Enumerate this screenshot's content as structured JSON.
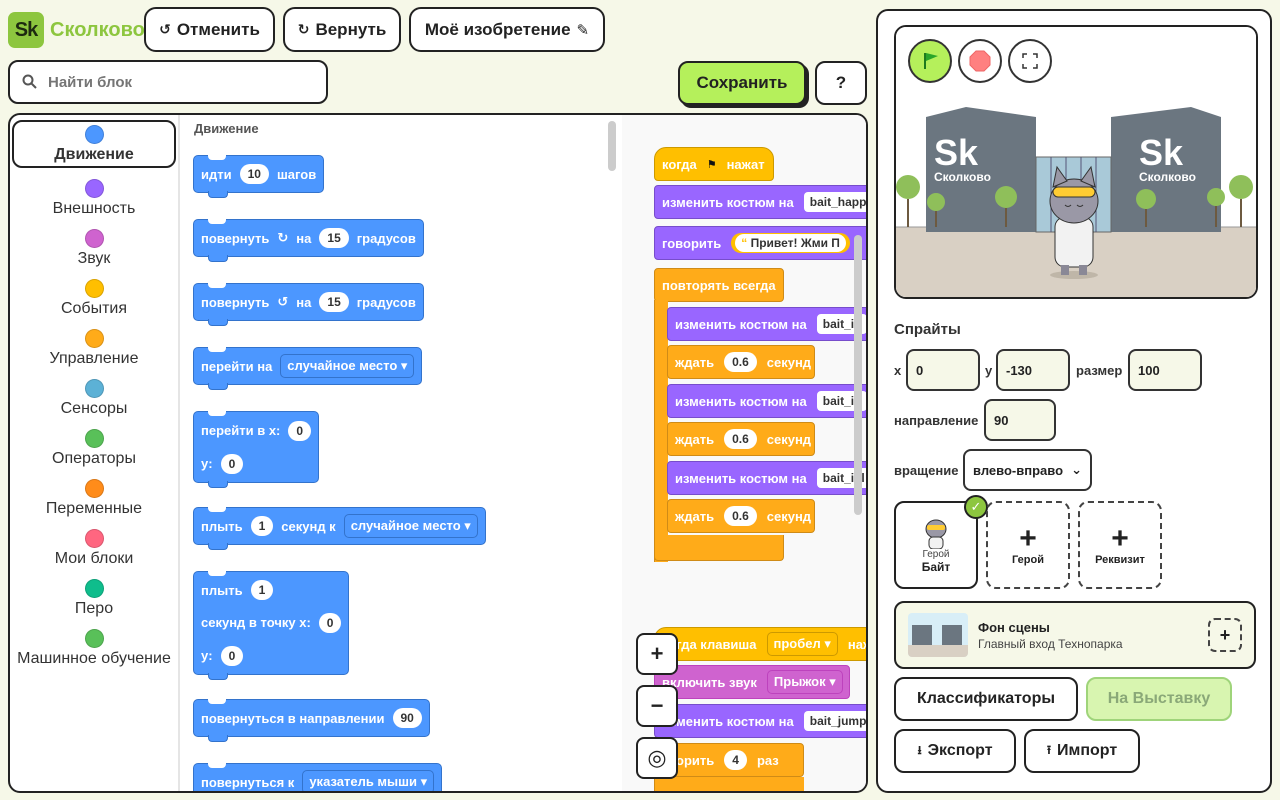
{
  "brand": {
    "mark": "Sk",
    "name": "Сколково"
  },
  "toolbar": {
    "undo": "Отменить",
    "redo": "Вернуть",
    "project": "Моё изобретение",
    "save": "Сохранить",
    "help": "?"
  },
  "search": {
    "placeholder": "Найти блок"
  },
  "categories": [
    {
      "label": "Движение",
      "color": "#4c97ff"
    },
    {
      "label": "Внешность",
      "color": "#9966ff"
    },
    {
      "label": "Звук",
      "color": "#cf63cf"
    },
    {
      "label": "События",
      "color": "#ffbf00"
    },
    {
      "label": "Управление",
      "color": "#ffab19"
    },
    {
      "label": "Сенсоры",
      "color": "#5cb1d6"
    },
    {
      "label": "Операторы",
      "color": "#59c059"
    },
    {
      "label": "Переменные",
      "color": "#ff8c1a"
    },
    {
      "label": "Мои блоки",
      "color": "#ff6680"
    },
    {
      "label": "Перо",
      "color": "#0fbd8c"
    },
    {
      "label": "Машинное обучение",
      "color": "#59c059"
    }
  ],
  "palette": {
    "title": "Движение",
    "move": {
      "a": "идти",
      "v": "10",
      "b": "шагов"
    },
    "turn_right": {
      "a": "повернуть",
      "b": "на",
      "v": "15",
      "c": "градусов"
    },
    "turn_left": {
      "a": "повернуть",
      "b": "на",
      "v": "15",
      "c": "градусов"
    },
    "goto": {
      "a": "перейти на",
      "d": "случайное место"
    },
    "gotoxy": {
      "a": "перейти в x:",
      "x": "0",
      "b": "y:",
      "y": "0"
    },
    "glide": {
      "a": "плыть",
      "v": "1",
      "b": "секунд к",
      "d": "случайное место"
    },
    "glidexy": {
      "a": "плыть",
      "v": "1",
      "b": "секунд в точку x:",
      "x": "0",
      "c": "y:",
      "y": "0"
    },
    "point": {
      "a": "повернуться в направлении",
      "v": "90"
    },
    "pointto": {
      "a": "повернуться к",
      "d": "указатель мыши"
    }
  },
  "script": {
    "when_flag": {
      "a": "когда",
      "b": "нажат"
    },
    "costume1": {
      "a": "изменить костюм на",
      "v": "bait_happ"
    },
    "say": {
      "a": "говорить",
      "v": "Привет! Жми П"
    },
    "forever": {
      "a": "повторять всегда"
    },
    "c1": {
      "a": "изменить костюм на",
      "v": "bait_id"
    },
    "w1": {
      "a": "ждать",
      "v": "0.6",
      "b": "секунд"
    },
    "c2": {
      "a": "изменить костюм на",
      "v": "bait_id"
    },
    "w2": {
      "a": "ждать",
      "v": "0.6",
      "b": "секунд"
    },
    "c3": {
      "a": "изменить костюм на",
      "v": "bait_idl"
    },
    "w3": {
      "a": "ждать",
      "v": "0.6",
      "b": "секунд"
    },
    "key": {
      "a": "когда клавиша",
      "v": "пробел",
      "b": "наж"
    },
    "sound": {
      "a": "включить звук",
      "v": "Прыжок"
    },
    "costume_jump": {
      "a": "изменить костюм на",
      "v": "bait_jump"
    },
    "repeat": {
      "a": "вторить",
      "v": "4",
      "b": "раз"
    }
  },
  "zoom": {
    "in": "+",
    "out": "−",
    "reset": "◎"
  },
  "stage": {
    "logo_left": "Сколково",
    "logo_right": "Сколково",
    "logo_mark": "Sk"
  },
  "sprite_panel": {
    "title": "Спрайты",
    "x_label": "x",
    "x": "0",
    "y_label": "y",
    "y": "-130",
    "size_label": "размер",
    "size": "100",
    "dir_label": "направление",
    "dir": "90",
    "rot_label": "вращение",
    "rot": "влево-вправо"
  },
  "sprites": {
    "selected": {
      "type": "Герой",
      "name": "Байт"
    },
    "add_hero": "Герой",
    "add_prop": "Реквизит"
  },
  "backdrop": {
    "title": "Фон сцены",
    "subtitle": "Главный вход Технопарка"
  },
  "actions": {
    "classifiers": "Классификаторы",
    "exhibit": "На Выставку",
    "export": "Экспорт",
    "import": "Импорт"
  }
}
